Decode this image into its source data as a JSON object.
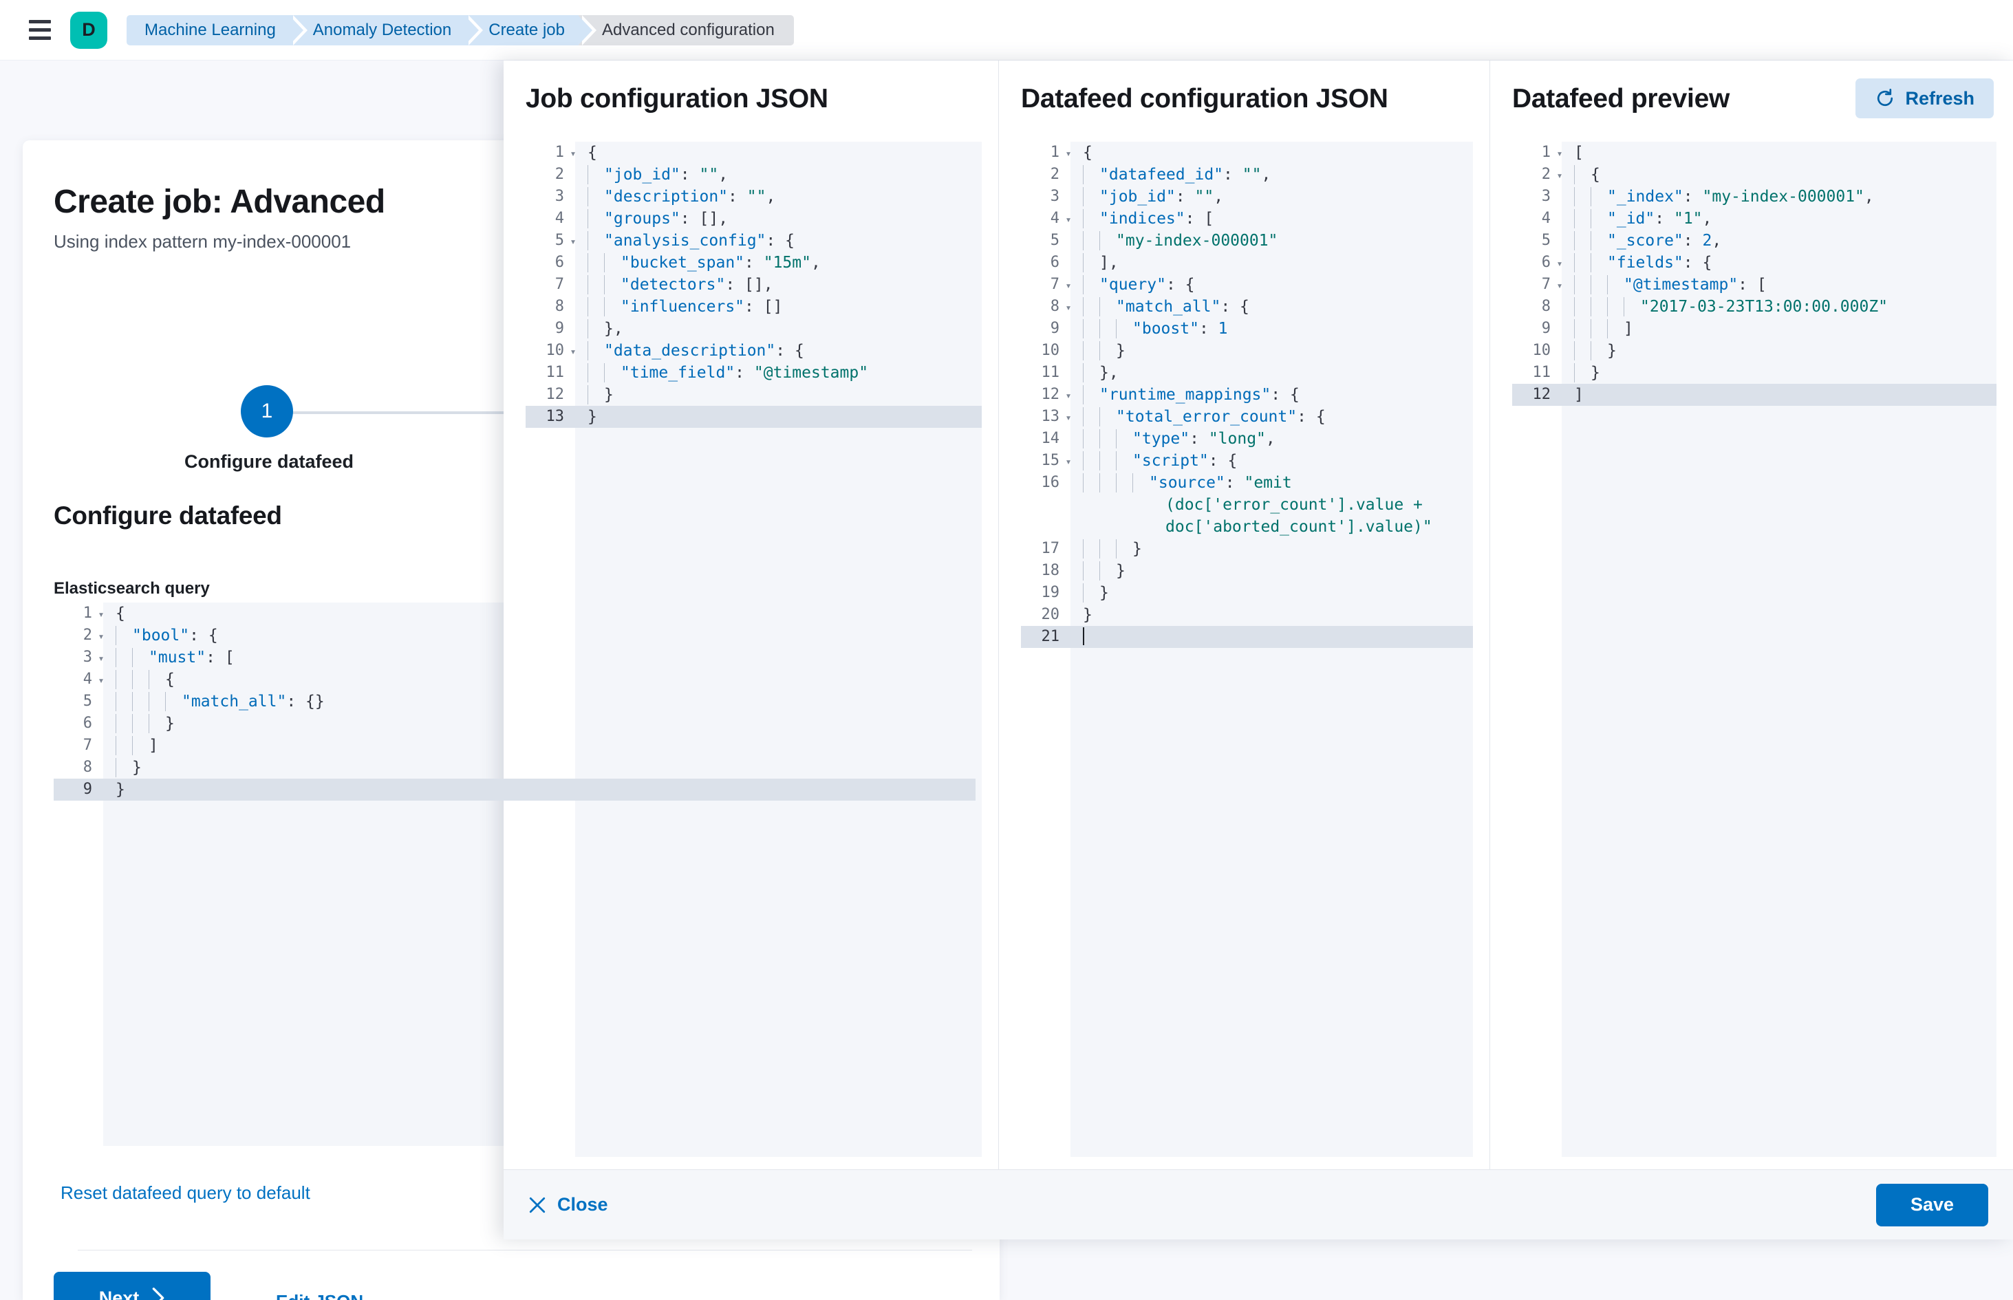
{
  "topbar": {
    "menu_icon": "hamburger-menu-icon",
    "app_logo_letter": "D",
    "breadcrumbs": [
      {
        "label": "Machine Learning",
        "active": false
      },
      {
        "label": "Anomaly Detection",
        "active": false
      },
      {
        "label": "Create job",
        "active": false
      },
      {
        "label": "Advanced configuration",
        "active": true
      }
    ]
  },
  "page": {
    "title": "Create job: Advanced",
    "subtitle": "Using index pattern my-index-000001",
    "step": {
      "number": "1",
      "label": "Configure datafeed"
    },
    "section_title": "Configure datafeed",
    "query_field_label": "Elasticsearch query",
    "reset_link": "Reset datafeed query to default",
    "next_button": "Next",
    "next_icon": "chevron-right-icon",
    "edit_json_link": "Edit JSON"
  },
  "elasticsearch_query_editor": {
    "active_line": 9,
    "lines": [
      {
        "n": "1",
        "fold": true,
        "text": "{"
      },
      {
        "n": "2",
        "fold": true,
        "text": "  \"bool\": {"
      },
      {
        "n": "3",
        "fold": true,
        "text": "    \"must\": ["
      },
      {
        "n": "4",
        "fold": true,
        "text": "      {"
      },
      {
        "n": "5",
        "fold": false,
        "text": "        \"match_all\": {}"
      },
      {
        "n": "6",
        "fold": false,
        "text": "      }"
      },
      {
        "n": "7",
        "fold": false,
        "text": "    ]"
      },
      {
        "n": "8",
        "fold": false,
        "text": "  }"
      },
      {
        "n": "9",
        "fold": false,
        "text": "}"
      }
    ]
  },
  "flyout": {
    "columns": [
      {
        "title": "Job configuration JSON",
        "has_refresh": false
      },
      {
        "title": "Datafeed configuration JSON",
        "has_refresh": false
      },
      {
        "title": "Datafeed preview",
        "has_refresh": true,
        "refresh_label": "Refresh",
        "refresh_icon": "refresh-icon"
      }
    ],
    "close_label": "Close",
    "close_icon": "close-x-icon",
    "save_label": "Save"
  },
  "job_config_editor": {
    "active_line": 13,
    "lines": [
      {
        "n": "1",
        "fold": true,
        "text": "{"
      },
      {
        "n": "2",
        "fold": false,
        "text": "  \"job_id\": \"\","
      },
      {
        "n": "3",
        "fold": false,
        "text": "  \"description\": \"\","
      },
      {
        "n": "4",
        "fold": false,
        "text": "  \"groups\": [],"
      },
      {
        "n": "5",
        "fold": true,
        "text": "  \"analysis_config\": {"
      },
      {
        "n": "6",
        "fold": false,
        "text": "    \"bucket_span\": \"15m\","
      },
      {
        "n": "7",
        "fold": false,
        "text": "    \"detectors\": [],"
      },
      {
        "n": "8",
        "fold": false,
        "text": "    \"influencers\": []"
      },
      {
        "n": "9",
        "fold": false,
        "text": "  },"
      },
      {
        "n": "10",
        "fold": true,
        "text": "  \"data_description\": {"
      },
      {
        "n": "11",
        "fold": false,
        "text": "    \"time_field\": \"@timestamp\""
      },
      {
        "n": "12",
        "fold": false,
        "text": "  }"
      },
      {
        "n": "13",
        "fold": false,
        "text": "}"
      }
    ],
    "json": {
      "job_id": "",
      "description": "",
      "groups": [],
      "analysis_config": {
        "bucket_span": "15m",
        "detectors": [],
        "influencers": []
      },
      "data_description": {
        "time_field": "@timestamp"
      }
    }
  },
  "datafeed_config_editor": {
    "active_line": 21,
    "lines": [
      {
        "n": "1",
        "fold": true,
        "text": "{"
      },
      {
        "n": "2",
        "fold": false,
        "text": "  \"datafeed_id\": \"\","
      },
      {
        "n": "3",
        "fold": false,
        "text": "  \"job_id\": \"\","
      },
      {
        "n": "4",
        "fold": true,
        "text": "  \"indices\": ["
      },
      {
        "n": "5",
        "fold": false,
        "text": "    \"my-index-000001\""
      },
      {
        "n": "6",
        "fold": false,
        "text": "  ],"
      },
      {
        "n": "7",
        "fold": true,
        "text": "  \"query\": {"
      },
      {
        "n": "8",
        "fold": true,
        "text": "    \"match_all\": {"
      },
      {
        "n": "9",
        "fold": false,
        "text": "      \"boost\": 1"
      },
      {
        "n": "10",
        "fold": false,
        "text": "    }"
      },
      {
        "n": "11",
        "fold": false,
        "text": "  },"
      },
      {
        "n": "12",
        "fold": true,
        "text": "  \"runtime_mappings\": {"
      },
      {
        "n": "13",
        "fold": true,
        "text": "    \"total_error_count\": {"
      },
      {
        "n": "14",
        "fold": false,
        "text": "      \"type\": \"long\","
      },
      {
        "n": "15",
        "fold": true,
        "text": "      \"script\": {"
      },
      {
        "n": "16",
        "fold": false,
        "text": "        \"source\": \"emit(doc['error_count'].value + doc['aborted_count'].value)\""
      },
      {
        "n": "17",
        "fold": false,
        "text": "      }"
      },
      {
        "n": "18",
        "fold": false,
        "text": "    }"
      },
      {
        "n": "19",
        "fold": false,
        "text": "  }"
      },
      {
        "n": "20",
        "fold": false,
        "text": "}"
      },
      {
        "n": "21",
        "fold": false,
        "text": ""
      }
    ],
    "json": {
      "datafeed_id": "",
      "job_id": "",
      "indices": [
        "my-index-000001"
      ],
      "query": {
        "match_all": {
          "boost": 1
        }
      },
      "runtime_mappings": {
        "total_error_count": {
          "type": "long",
          "script": {
            "source": "emit(doc['error_count'].value + doc['aborted_count'].value)"
          }
        }
      }
    }
  },
  "datafeed_preview_editor": {
    "active_line": 12,
    "lines": [
      {
        "n": "1",
        "fold": true,
        "text": "["
      },
      {
        "n": "2",
        "fold": true,
        "text": "  {"
      },
      {
        "n": "3",
        "fold": false,
        "text": "    \"_index\": \"my-index-000001\","
      },
      {
        "n": "4",
        "fold": false,
        "text": "    \"_id\": \"1\","
      },
      {
        "n": "5",
        "fold": false,
        "text": "    \"_score\": 2,"
      },
      {
        "n": "6",
        "fold": true,
        "text": "    \"fields\": {"
      },
      {
        "n": "7",
        "fold": true,
        "text": "      \"@timestamp\": ["
      },
      {
        "n": "8",
        "fold": false,
        "text": "        \"2017-03-23T13:00:00.000Z\""
      },
      {
        "n": "9",
        "fold": false,
        "text": "      ]"
      },
      {
        "n": "10",
        "fold": false,
        "text": "    }"
      },
      {
        "n": "11",
        "fold": false,
        "text": "  }"
      },
      {
        "n": "12",
        "fold": false,
        "text": "]"
      }
    ],
    "json": [
      {
        "_index": "my-index-000001",
        "_id": "1",
        "_score": 2,
        "fields": {
          "@timestamp": [
            "2017-03-23T13:00:00.000Z"
          ]
        }
      }
    ]
  },
  "colors": {
    "accent_blue": "#0071c2",
    "logo_teal": "#00bfb3",
    "breadcrumb_blue": "#d3e5f7",
    "breadcrumb_active": "#e0e2e6",
    "editor_bg": "#f4f6fa",
    "active_line": "#dbe1ea",
    "string_green": "#00726b",
    "key_blue": "#006bb8"
  }
}
